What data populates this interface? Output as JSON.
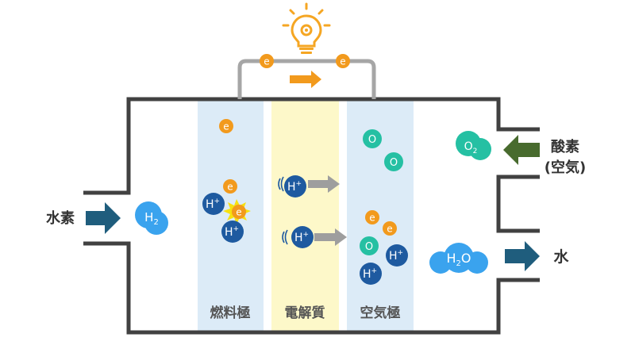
{
  "electrodes": {
    "anode": "燃料極",
    "electrolyte": "電解質",
    "cathode": "空気極"
  },
  "inputs": {
    "hydrogen": "水素",
    "oxygen": "酸素",
    "oxygen_note": "(空気)"
  },
  "outputs": {
    "water": "水"
  },
  "particles": {
    "electron": "e",
    "proton_base": "H",
    "proton_sup": "+",
    "oxygen_atom": "O",
    "h2_base": "H",
    "h2_sub": "2",
    "o2_base": "O",
    "o2_sub": "2",
    "water_h": "H",
    "water_sub": "2",
    "water_o": "O"
  },
  "colors": {
    "outline": "#414141",
    "anode_zone": "#dcebf7",
    "electrolyte_zone": "#fdf8c9",
    "cathode_zone": "#dcebf7",
    "electron": "#f29a1d",
    "proton": "#1e5aa0",
    "oxygen": "#25c0a3",
    "hydrogen_molecule": "#3aa3ee",
    "oxygen_molecule": "#25c0a3",
    "water_molecule": "#3aa3ee",
    "arrow_hydrogen": "#1f5d7d",
    "arrow_oxygen": "#486b2e",
    "arrow_water": "#1f5d7d",
    "arrow_proton": "#9e9e9e",
    "arrow_current": "#f29a1d",
    "wire": "#a6a6a6",
    "bulb": "#f5a623",
    "spark": "#f7e10e"
  },
  "icons": {
    "bulb": "light-bulb-icon",
    "spark": "spark-icon"
  }
}
